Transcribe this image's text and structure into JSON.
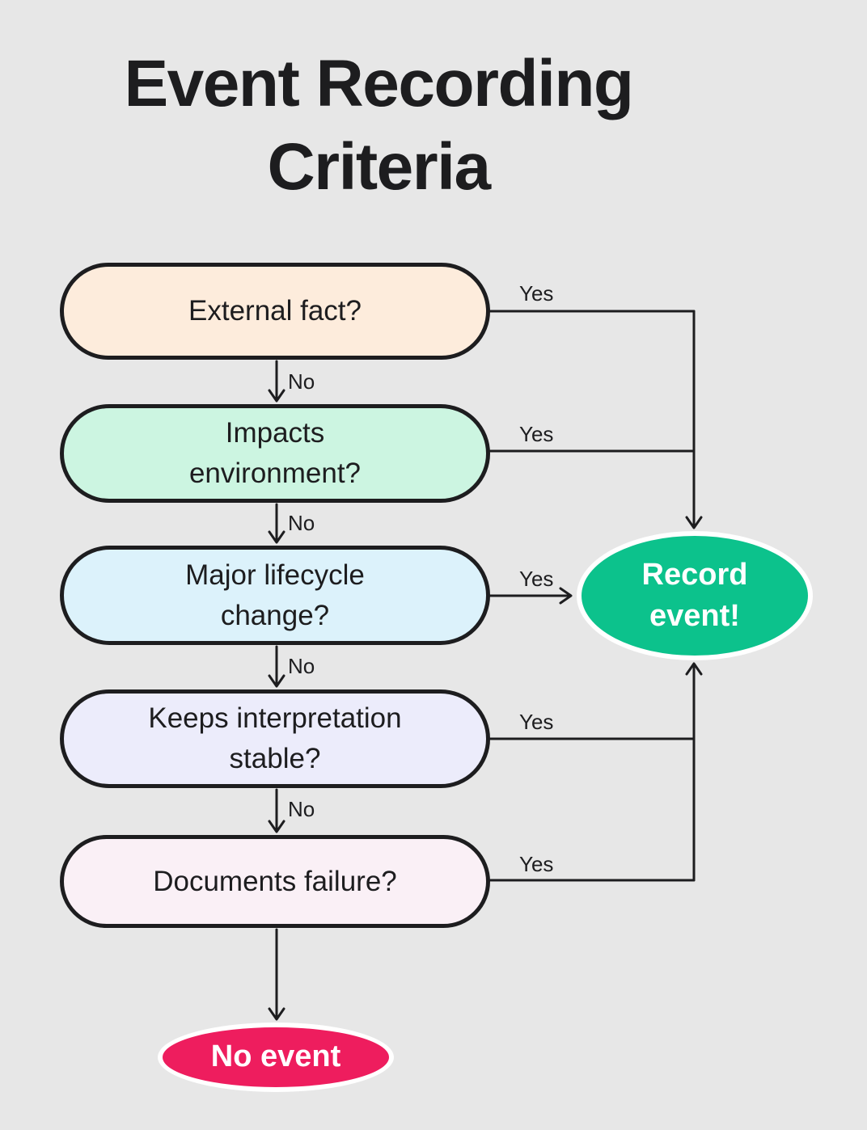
{
  "background": "#e7e7e7",
  "ink_color": "#1d1d1f",
  "title": "Event Recording Criteria",
  "flowchart": {
    "nodes": [
      {
        "label": "External fact?",
        "fill": "#fdecdc"
      },
      {
        "label": "Impacts\nenvironment?",
        "fill": "#ccf5e1"
      },
      {
        "label": "Major lifecycle\nchange?",
        "fill": "#dcf2fb"
      },
      {
        "label": "Keeps interpretation\nstable?",
        "fill": "#ececfb"
      },
      {
        "label": "Documents failure?",
        "fill": "#faf0f6"
      }
    ],
    "record_event": {
      "label": "Record\nevent!",
      "fill": "#0cc28c",
      "text_color": "#ffffff"
    },
    "no_event": {
      "label": "No event",
      "fill": "#ee1d5e",
      "text_color": "#ffffff"
    },
    "edge_labels": {
      "yes": "Yes",
      "no": "No"
    }
  }
}
